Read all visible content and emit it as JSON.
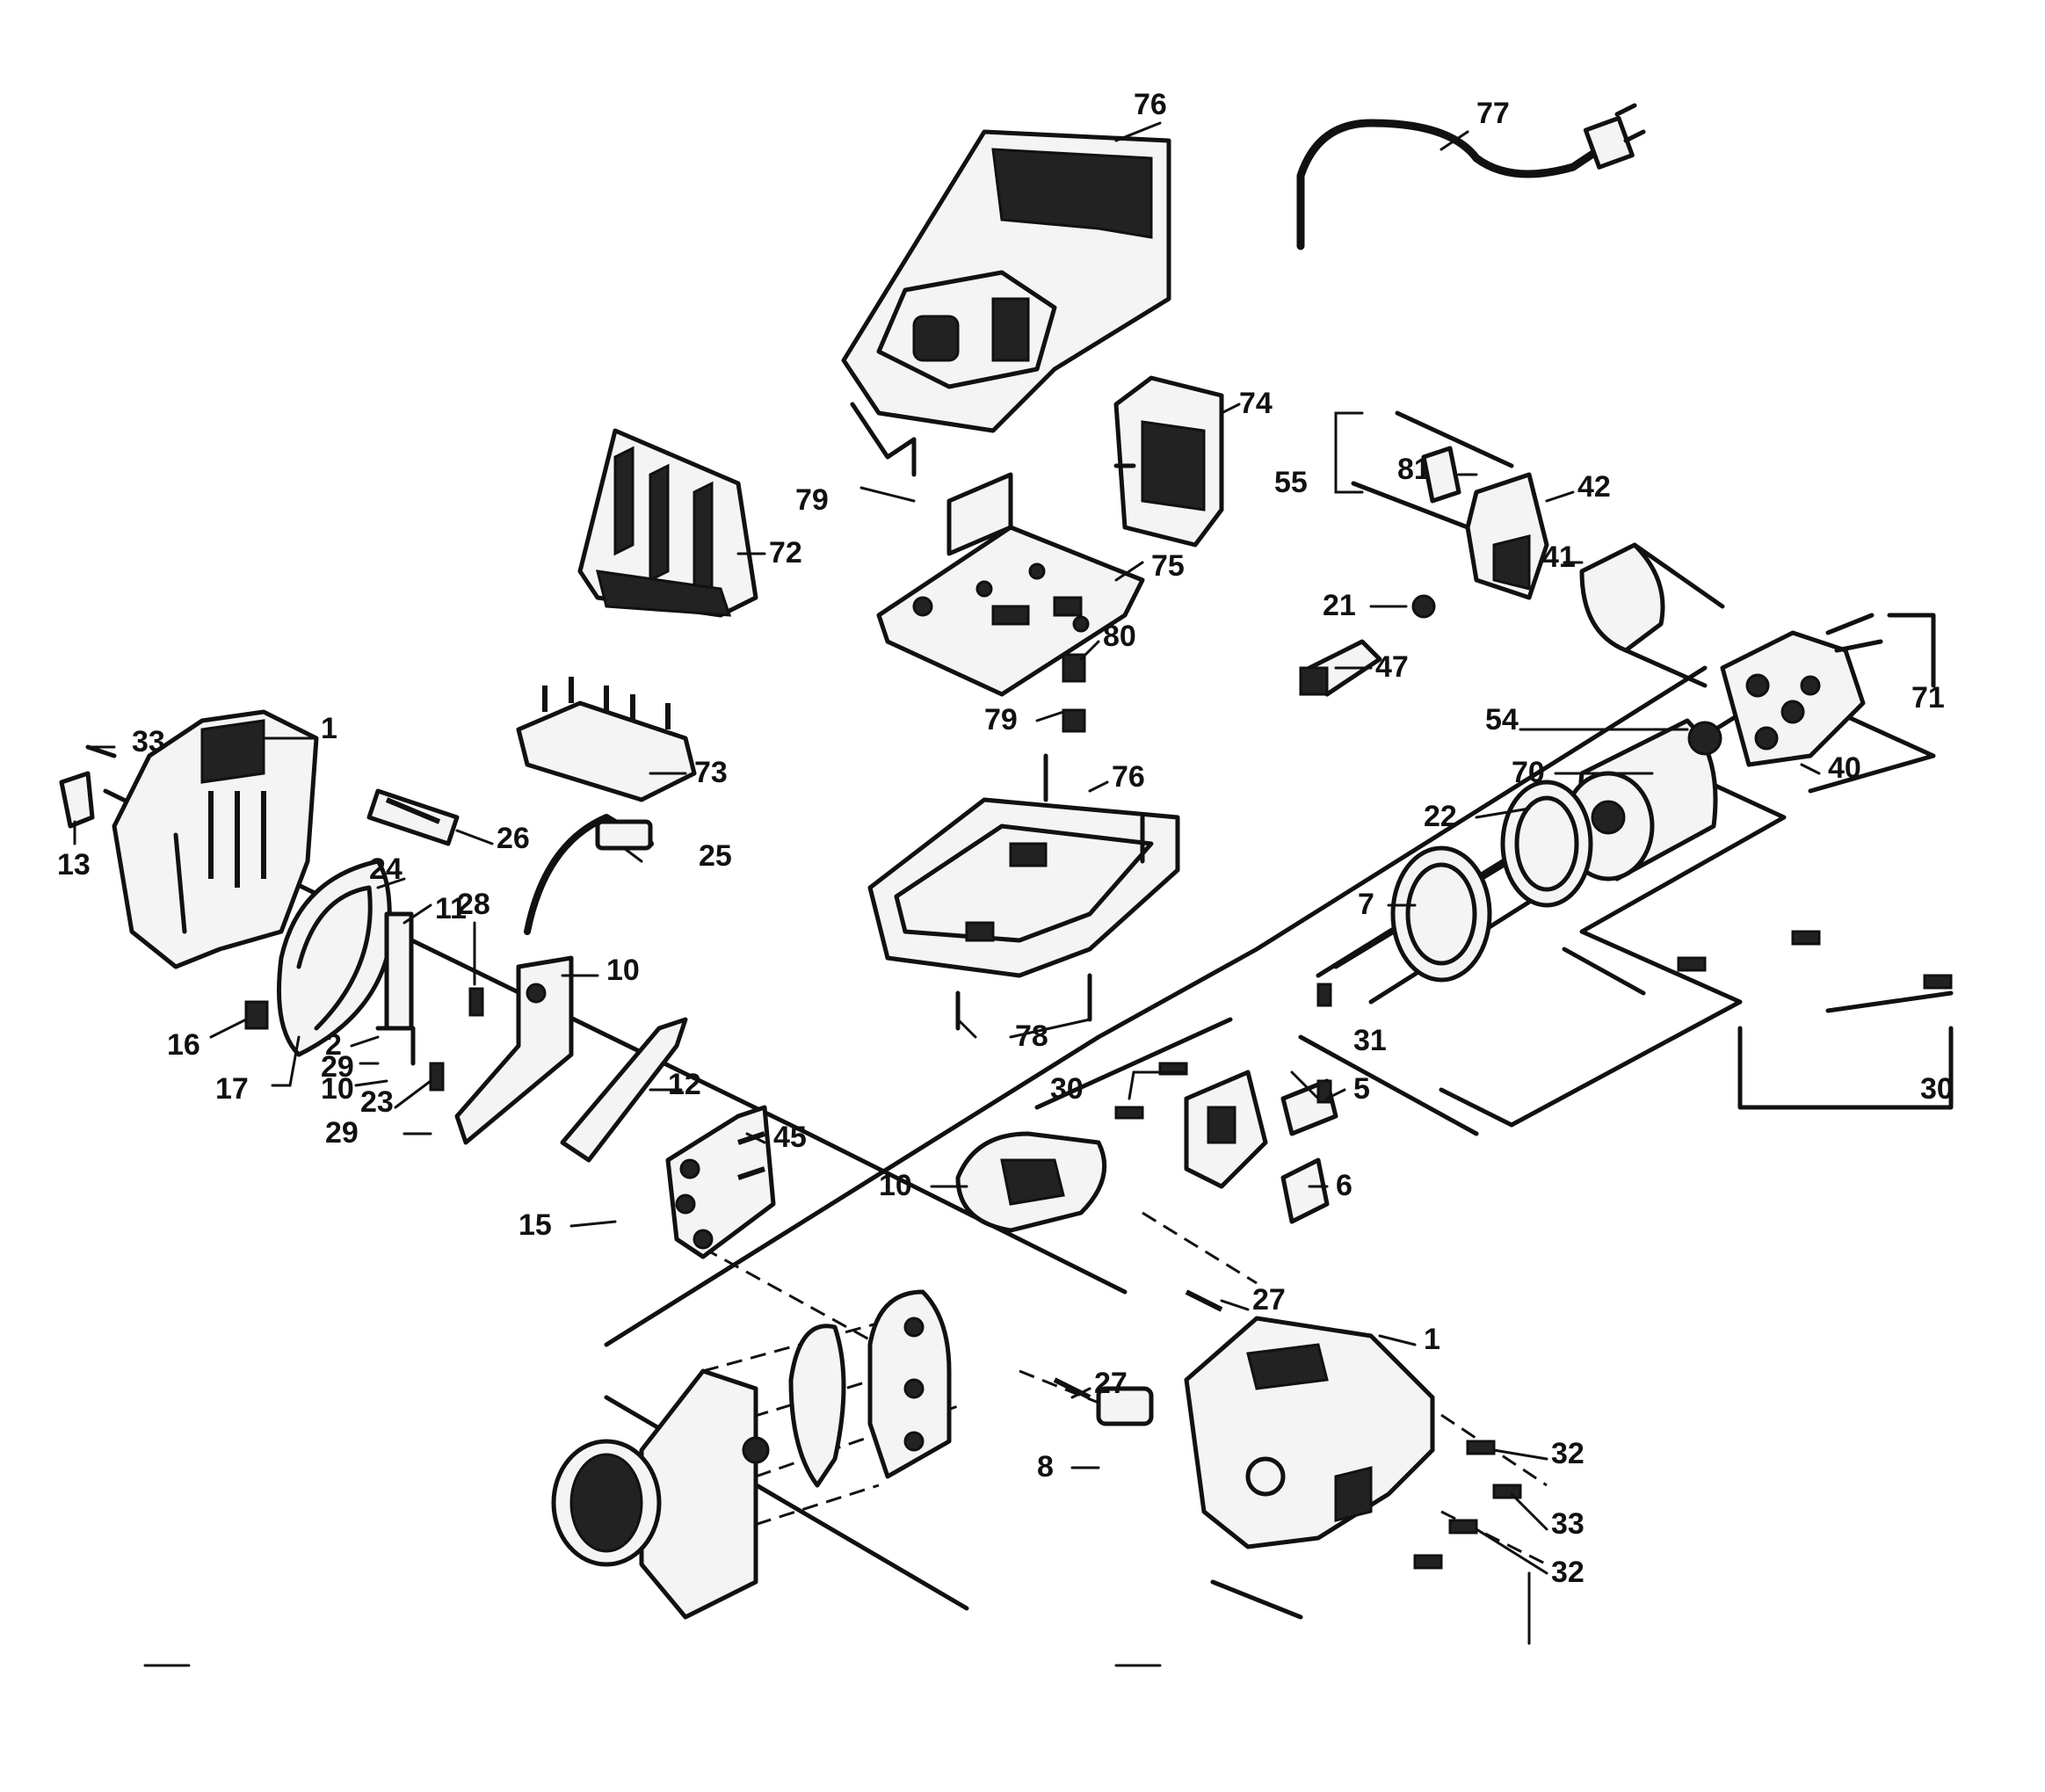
{
  "labels": {
    "l76a": "76",
    "l77": "77",
    "l74": "74",
    "l55": "55",
    "l81": "81",
    "l42": "42",
    "l79a": "79",
    "l72": "72",
    "l75": "75",
    "l41": "41",
    "l21": "21",
    "l80": "80",
    "l47": "47",
    "l71": "71",
    "l79b": "79",
    "l54": "54",
    "l33a": "33",
    "l1a": "1",
    "l73": "73",
    "l70": "70",
    "l40": "40",
    "l76b": "76",
    "l22": "22",
    "l26": "26",
    "l13": "13",
    "l25": "25",
    "l24": "24",
    "l28": "28",
    "l11": "11",
    "l7": "7",
    "l10a": "10",
    "l2": "2",
    "l29a": "29",
    "l16": "16",
    "l10b": "10",
    "l23": "23",
    "l17": "17",
    "l78": "78",
    "l12": "12",
    "l31": "31",
    "l30a": "30",
    "l5": "5",
    "l30b": "30",
    "l29b": "29",
    "l45": "45",
    "l10c": "10",
    "l6": "6",
    "l15": "15",
    "l27a": "27",
    "l1b": "1",
    "l27b": "27",
    "l8": "8",
    "l32a": "32",
    "l33b": "33",
    "l32b": "32"
  }
}
